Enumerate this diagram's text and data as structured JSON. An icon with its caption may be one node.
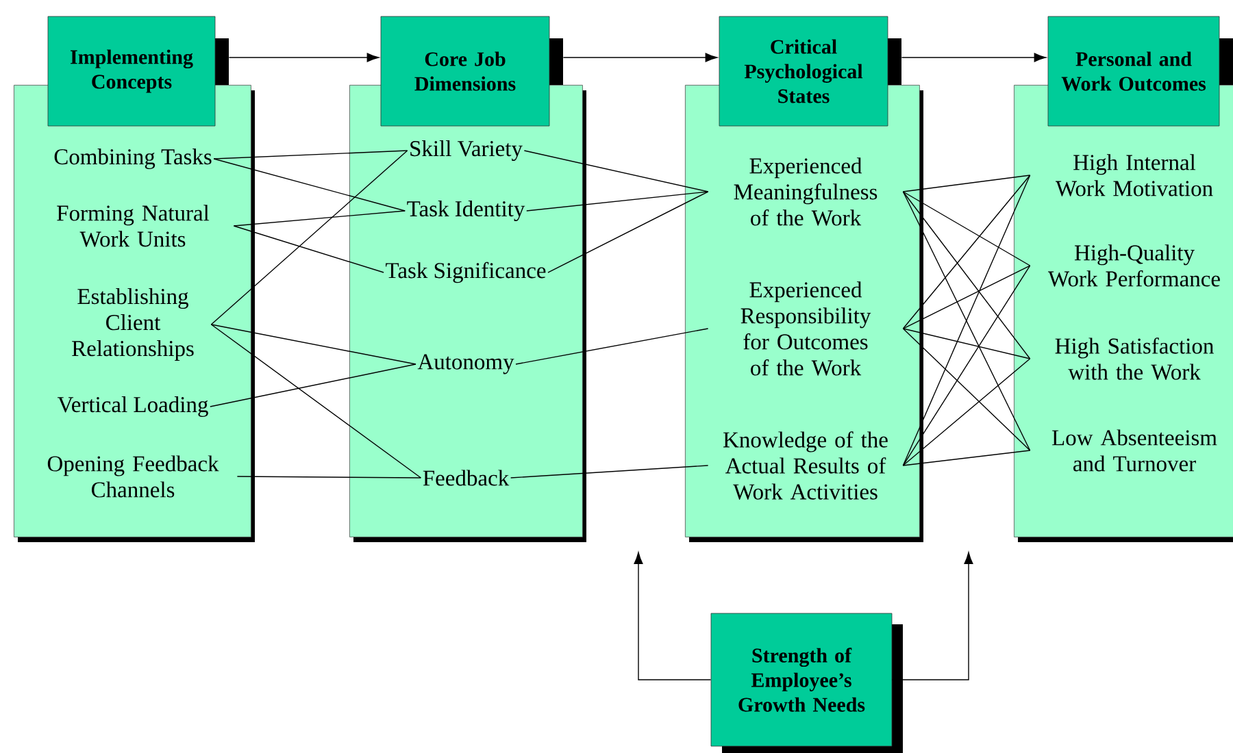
{
  "diagram": {
    "nodes": [
      {
        "text": [
          "Implementing Concepts"
        ]
      },
      {
        "text": [],
        "shape": "box"
      },
      {
        "text": [
          "Combining Tasks"
        ],
        "in": 1
      },
      {
        "text": [
          "Forming Natural Work Units"
        ],
        "in": 1
      },
      {
        "text": [
          "Establishing Client Relationships"
        ],
        "in": 1
      },
      {
        "text": [
          "Vertical Loading"
        ],
        "in": 1
      },
      {
        "text": [
          "Opening Feedback Channels"
        ],
        "in": 1
      },
      {
        "text": [
          "Core Job Dimensions"
        ]
      },
      {
        "text": [],
        "shape": "box"
      },
      {
        "text": [
          "Skill Variety"
        ],
        "in": 8
      },
      {
        "text": [
          "Task Identity"
        ],
        "in": 8
      },
      {
        "text": [
          "Task Significance"
        ],
        "in": 8
      },
      {
        "text": [
          "Autonomy"
        ],
        "in": 8
      },
      {
        "text": [
          "Feedback"
        ],
        "in": 8
      },
      {
        "text": [
          "Critical Psychological States"
        ]
      },
      {
        "text": [],
        "shape": "box"
      },
      {
        "text": [
          "Experienced Meaningfulness of the Work"
        ],
        "in": 15
      },
      {
        "text": [
          "Experienced Responsibility for Outcomes of the Work"
        ],
        "in": 15
      },
      {
        "text": [
          "Knowledge of the Actual Results of Work Activities"
        ],
        "in": 15
      },
      {
        "text": [
          "Personal and Work Outcomes"
        ]
      },
      {
        "text": [],
        "shape": "box"
      },
      {
        "text": [
          "High Internal Work Motivation"
        ],
        "in": 20
      },
      {
        "text": [
          "High-Quality Work Performance"
        ],
        "in": 20
      },
      {
        "text": [
          "High Satisfaction with the Work"
        ],
        "in": 20
      },
      {
        "text": [
          "Low Absenteeism and Turnover"
        ],
        "in": 20
      },
      {
        "text": [
          "Strength of Employee’s Growth Needs"
        ]
      }
    ],
    "edges": [
      {
        "from": 0,
        "to": 7,
        "arrow": "to"
      },
      {
        "from": 7,
        "to": 14,
        "arrow": "to"
      },
      {
        "from": 14,
        "to": 19,
        "arrow": "to"
      },
      {
        "from": 2,
        "to": 9,
        "arrow": "none"
      },
      {
        "from": 2,
        "to": 10,
        "arrow": "none"
      },
      {
        "from": 3,
        "to": 10,
        "arrow": "none"
      },
      {
        "from": 3,
        "to": 11,
        "arrow": "none"
      },
      {
        "from": 4,
        "to": 9,
        "arrow": "none"
      },
      {
        "from": 4,
        "to": 12,
        "arrow": "none"
      },
      {
        "from": 4,
        "to": 13,
        "arrow": "none"
      },
      {
        "from": 5,
        "to": 12,
        "arrow": "none"
      },
      {
        "from": 6,
        "to": 13,
        "arrow": "none"
      },
      {
        "from": 9,
        "to": 16,
        "arrow": "none"
      },
      {
        "from": 10,
        "to": 16,
        "arrow": "none"
      },
      {
        "from": 11,
        "to": 16,
        "arrow": "none"
      },
      {
        "from": 12,
        "to": 17,
        "arrow": "none"
      },
      {
        "from": 13,
        "to": 18,
        "arrow": "none"
      },
      {
        "from": 16,
        "to": 21,
        "arrow": "none"
      },
      {
        "from": 16,
        "to": 22,
        "arrow": "none"
      },
      {
        "from": 16,
        "to": 23,
        "arrow": "none"
      },
      {
        "from": 16,
        "to": 24,
        "arrow": "none"
      },
      {
        "from": 17,
        "to": 21,
        "arrow": "none"
      },
      {
        "from": 17,
        "to": 22,
        "arrow": "none"
      },
      {
        "from": 17,
        "to": 23,
        "arrow": "none"
      },
      {
        "from": 17,
        "to": 24,
        "arrow": "none"
      },
      {
        "from": 18,
        "to": 21,
        "arrow": "none"
      },
      {
        "from": 18,
        "to": 22,
        "arrow": "none"
      },
      {
        "from": 18,
        "to": 23,
        "arrow": "none"
      },
      {
        "from": 18,
        "to": 24,
        "arrow": "none"
      },
      {
        "from": 25,
        "to": null,
        "arrow": "to"
      },
      {
        "from": 25,
        "to": null,
        "arrow": "to"
      }
    ]
  }
}
